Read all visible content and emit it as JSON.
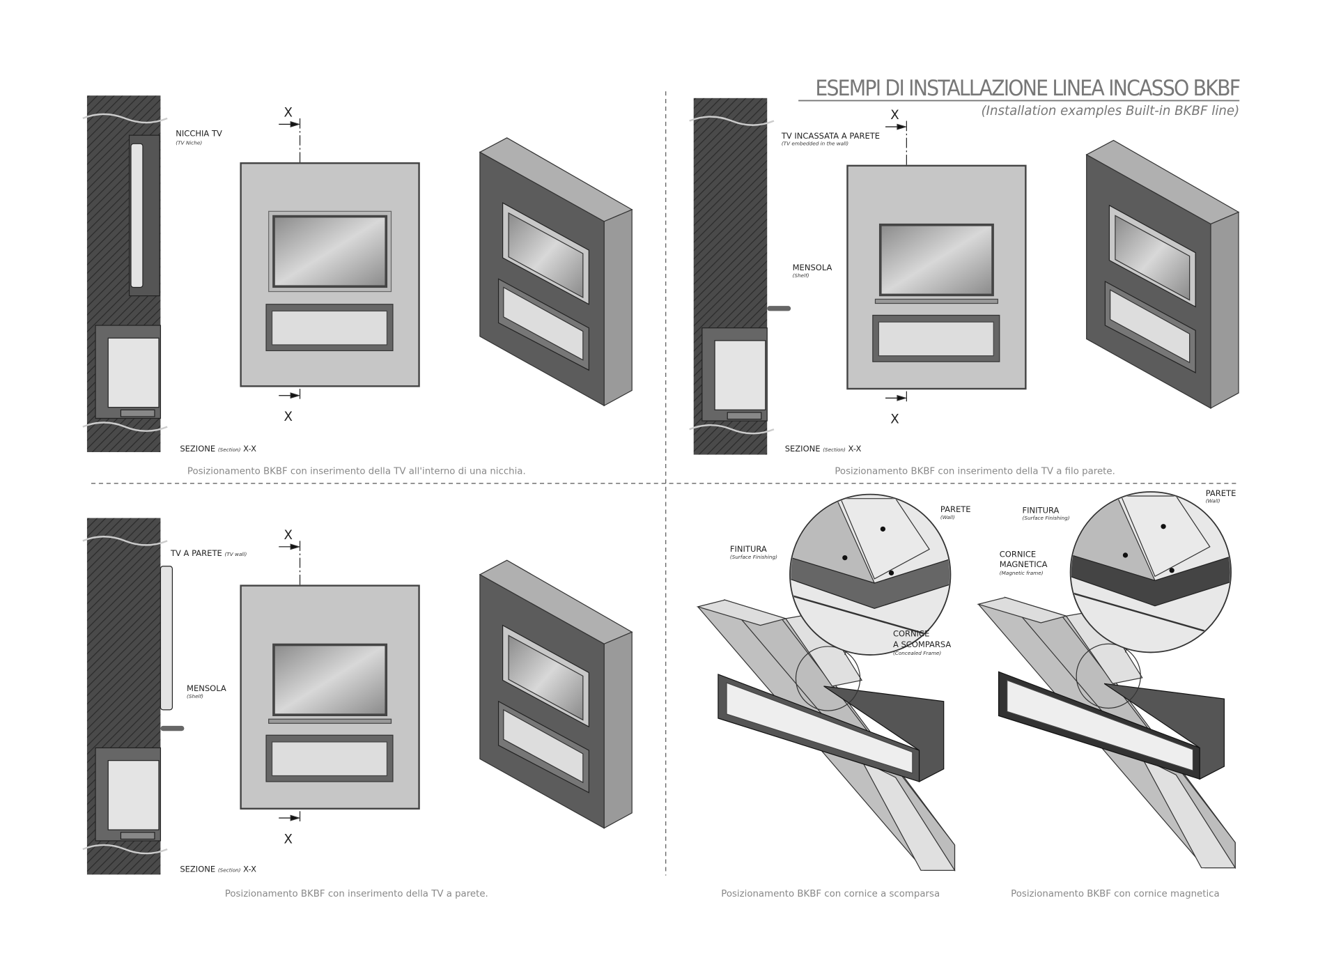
{
  "title": "ESEMPI DI INSTALLAZIONE LINEA INCASSO BKBF",
  "subtitle": "(Installation examples Built-in BKBF line)",
  "section_mark": "X",
  "panels": [
    {
      "label": "NICCHIA TV",
      "label_en": "(TV Niche)",
      "section": "SEZIONE",
      "section_en": "(Section)",
      "section_id": "X-X",
      "caption": "Posizionamento BKBF con inserimento della TV all'interno di una nicchia."
    },
    {
      "label": "TV INCASSATA A PARETE",
      "label_en": "(TV embedded in the wall)",
      "shelf": "MENSOLA",
      "shelf_en": "(Shelf)",
      "section": "SEZIONE",
      "section_en": "(Section)",
      "section_id": "X-X",
      "caption": "Posizionamento BKBF con inserimento della TV a filo parete."
    },
    {
      "label": "TV A PARETE",
      "label_en": "(TV wall)",
      "shelf": "MENSOLA",
      "shelf_en": "(Shelf)",
      "section": "SEZIONE",
      "section_en": "(Section)",
      "section_id": "X-X",
      "caption": "Posizionamento BKBF con inserimento della TV a parete."
    }
  ],
  "details": [
    {
      "wall": "PARETE",
      "wall_en": "(Wall)",
      "finish": "FINITURA",
      "finish_en": "(Surface Finishing)",
      "frame_1": "CORNICE",
      "frame_2": "A SCOMPARSA",
      "frame_en": "(Concealed Frame)",
      "caption": "Posizionamento BKBF con cornice a scomparsa"
    },
    {
      "wall": "PARETE",
      "wall_en": "(Wall)",
      "finish": "FINITURA",
      "finish_en": "(Surface Finishing)",
      "frame_1": "CORNICE",
      "frame_2": "MAGNETICA",
      "frame_en": "(Magnetic frame)",
      "caption": "Posizionamento BKBF con cornice magnetica"
    }
  ],
  "colors": {
    "wall": "#4a4a4a",
    "panel": "#c6c6c6",
    "light": "#e4e4e4",
    "dark": "#5a5a5a",
    "title": "#777777"
  }
}
